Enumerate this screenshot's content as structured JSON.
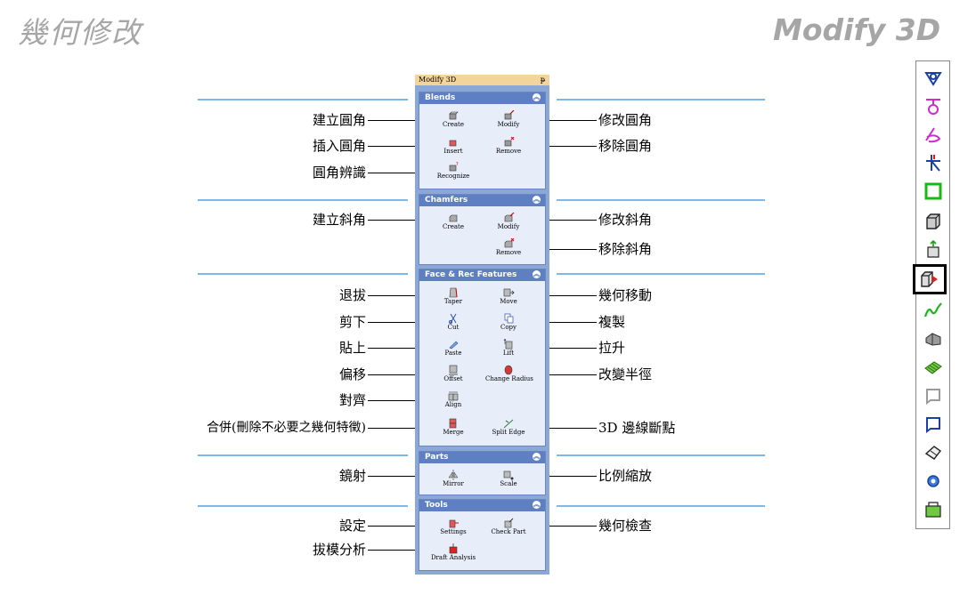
{
  "title": {
    "zh": "幾何修改",
    "en": "Modify 3D"
  },
  "panel": {
    "header": "Modify 3D",
    "pin": "ᵽ",
    "sections": {
      "blends": {
        "title": "Blends",
        "create": "Create",
        "modify": "Modify",
        "insert": "Insert",
        "remove": "Remove",
        "recognize": "Recognize"
      },
      "chamfers": {
        "title": "Chamfers",
        "create": "Create",
        "modify": "Modify",
        "remove": "Remove"
      },
      "face": {
        "title": "Face & Rec Features",
        "taper": "Taper",
        "move": "Move",
        "cut": "Cut",
        "copy": "Copy",
        "paste": "Paste",
        "lift": "Lift",
        "offset": "Offset",
        "change_radius": "Change Radius",
        "align": "Align",
        "merge": "Merge",
        "split_edge": "Split Edge"
      },
      "parts": {
        "title": "Parts",
        "mirror": "Mirror",
        "scale": "Scale"
      },
      "tools": {
        "title": "Tools",
        "settings": "Settings",
        "check_part": "Check Part",
        "draft_analysis": "Draft Analysis"
      }
    }
  },
  "callouts": {
    "left": {
      "blend_create": "建立圓角",
      "blend_insert": "插入圓角",
      "blend_recognize": "圓角辨識",
      "chamfer_create": "建立斜角",
      "taper": "退拔",
      "cut": "剪下",
      "paste": "貼上",
      "offset": "偏移",
      "align": "對齊",
      "merge": "合併(刪除不必要之幾何特徵)",
      "mirror": "鏡射",
      "settings": "設定",
      "draft": "拔模分析"
    },
    "right": {
      "blend_modify": "修改圓角",
      "blend_remove": "移除圓角",
      "chamfer_modify": "修改斜角",
      "chamfer_remove": "移除斜角",
      "move": "幾何移動",
      "copy": "複製",
      "lift": "拉升",
      "change_radius": "改變半徑",
      "split_edge": "3D 邊線斷點",
      "scale": "比例縮放",
      "check": "幾何檢查"
    }
  },
  "colors": {
    "title_gray": "#a6a6a6",
    "guide_blue": "#7fb7e6",
    "panel_blue": "#8aa7d6",
    "section_head": "#5e7fc2",
    "section_bg": "#e7edf9",
    "panel_head": "#f3d49b"
  },
  "toolbar_icons": [
    "hole-icon",
    "thread-icon",
    "curve-icon",
    "axis-icon",
    "box-icon",
    "solid-icon",
    "primitive-icon",
    "modify3d-icon",
    "wave-icon",
    "surface-icon",
    "mesh-icon",
    "face-icon",
    "face-outline-icon",
    "sheet-icon",
    "gear-icon",
    "tool-icon"
  ]
}
